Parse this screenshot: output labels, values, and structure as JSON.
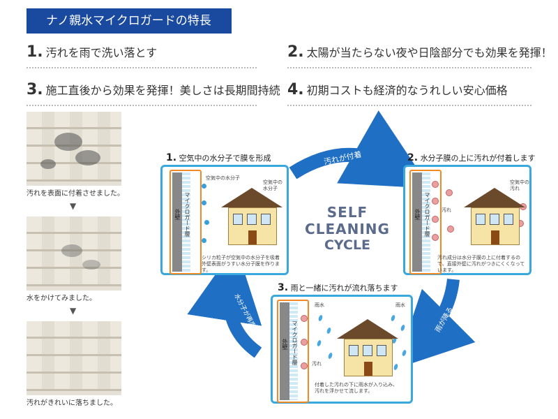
{
  "header": {
    "title": "ナノ親水マイクロガードの特長"
  },
  "features": [
    {
      "num": "1.",
      "text": "汚れを雨で洗い落とす"
    },
    {
      "num": "2.",
      "text": "太陽が当たらない夜や日陰部分でも効果を発揮！"
    },
    {
      "num": "3.",
      "text": "施工直後から効果を発揮！美しさは長期間持続"
    },
    {
      "num": "4.",
      "text": "初期コストも経済的なうれしい安心価格"
    }
  ],
  "photos": {
    "captions": [
      "汚れを表面に付着させました。",
      "水をかけてみました。",
      "汚れがきれいに落ちました。"
    ],
    "arrow": "▼"
  },
  "cycle": {
    "center_line1": "SELF CLEANING",
    "center_line2": "CYCLE",
    "arrows": [
      "汚れが付着",
      "雨が降る",
      "水分子が再度吸着"
    ],
    "panel1": {
      "title_num": "1.",
      "title": "空気中の水分子で膜を形成",
      "label_water_a": "空気中の水分子",
      "label_water_b": "空気中の水分子",
      "label_wall": "外壁",
      "label_coat": "マイクロガード層",
      "note": "シリカ粒子が空気中の水分子を吸着 外壁表面がうすい水分子膜を作ります。"
    },
    "panel2": {
      "title_num": "2.",
      "title": "水分子膜の上に汚れが付着します",
      "label_dirt_air": "空気中の汚れ",
      "label_dirt": "汚れ",
      "label_wall": "外壁",
      "label_coat": "マイクロガード層",
      "note": "汚れ成分は水分子膜の上に付着するので、直接外壁に汚れがつきにくくなっています。"
    },
    "panel3": {
      "title_num": "3.",
      "title": "雨と一緒に汚れが流れ落ちます",
      "label_rain_a": "雨水",
      "label_rain_b": "雨水",
      "label_dirt": "汚れ",
      "label_wall": "外壁",
      "label_coat": "マイクロガード層",
      "note": "付着した汚れの下に雨水が入り込み、汚れを浮かせて流します。"
    }
  },
  "colors": {
    "header_bg": "#1a4aa0",
    "panel_border": "#3aa7dd",
    "arrow": "#1f6fc4",
    "orange": "#f08a24"
  }
}
